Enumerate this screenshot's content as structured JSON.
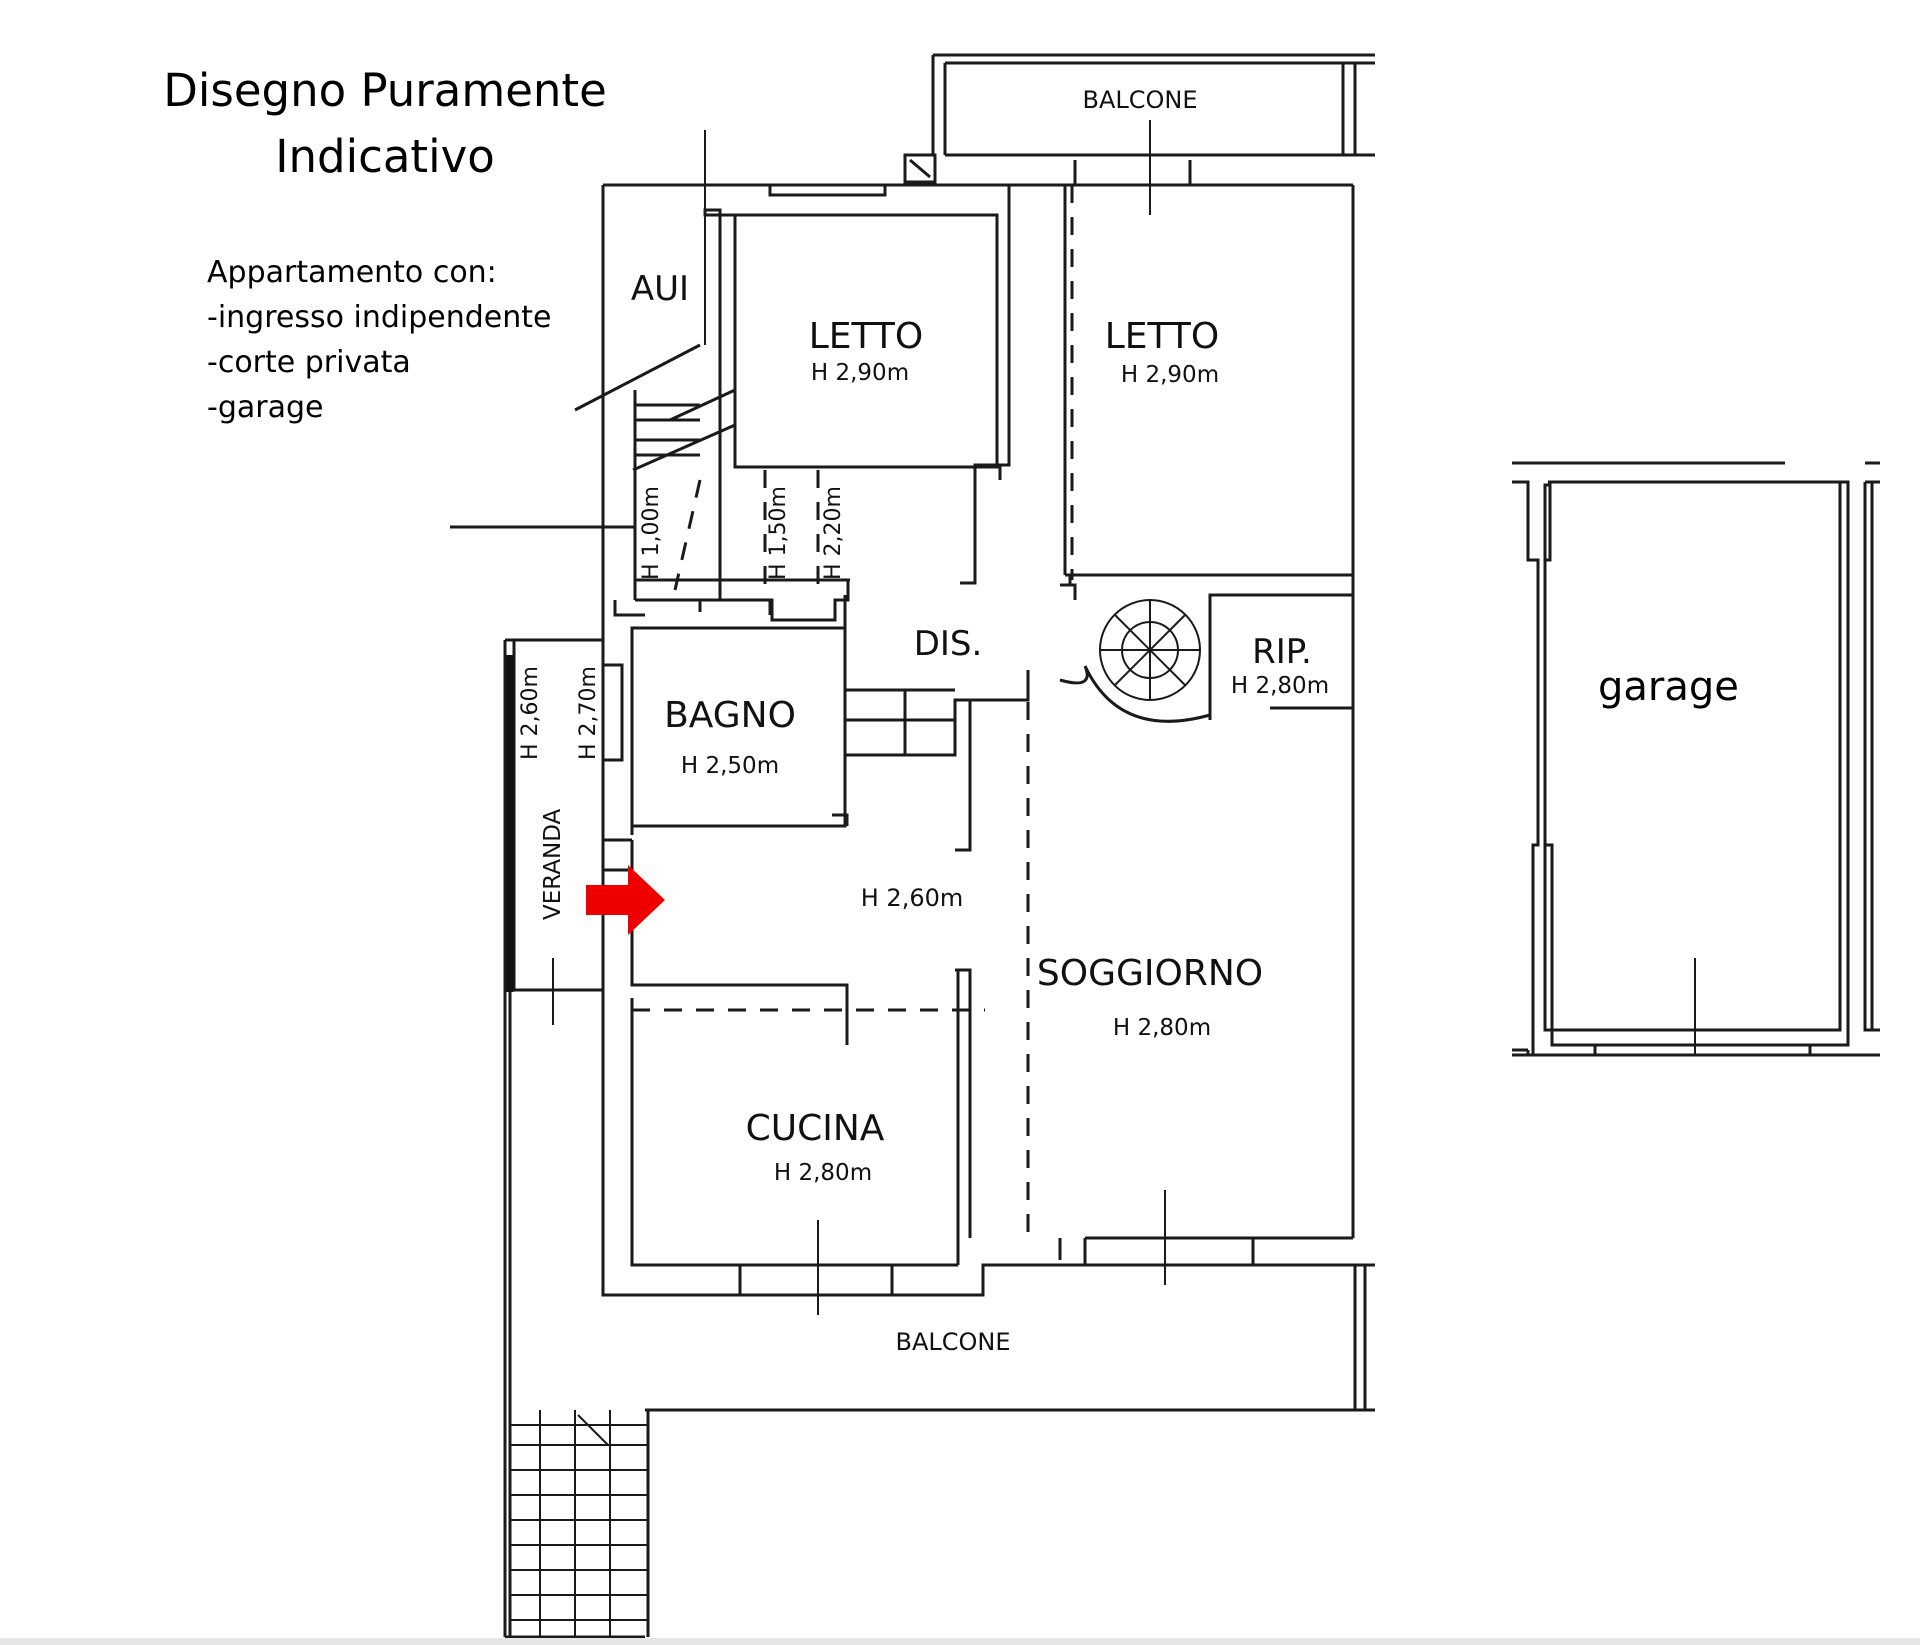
{
  "title": {
    "line1": "Disegno Puramente",
    "line2": "Indicativo"
  },
  "features": {
    "heading": "Appartamento con:",
    "items": [
      "-ingresso indipendente",
      "-corte privata",
      "-garage"
    ]
  },
  "plan": {
    "balcone_top": "BALCONE",
    "balcone_bottom": "BALCONE",
    "aui": "AUI",
    "letto1": {
      "name": "LETTO",
      "height": "H 2,90m"
    },
    "letto2": {
      "name": "LETTO",
      "height": "H 2,90m"
    },
    "stair_h1": "H 1,00m",
    "stair_h2": "H 1,50m",
    "stair_h3": "H 2,20m",
    "dis": "DIS.",
    "rip": {
      "name": "RIP.",
      "height": "H 2,80m"
    },
    "bagno": {
      "name": "BAGNO",
      "height": "H 2,50m"
    },
    "veranda": {
      "name": "VERANDA",
      "height_a": "H 2,60m",
      "height_b": "H 2,70m"
    },
    "ingresso_height": "H 2,60m",
    "soggiorno": {
      "name": "SOGGIORNO",
      "height": "H 2,80m"
    },
    "cucina": {
      "name": "CUCINA",
      "height": "H 2,80m"
    },
    "entrance_arrow_color": "#ee0000"
  },
  "garage": {
    "label": "garage"
  }
}
